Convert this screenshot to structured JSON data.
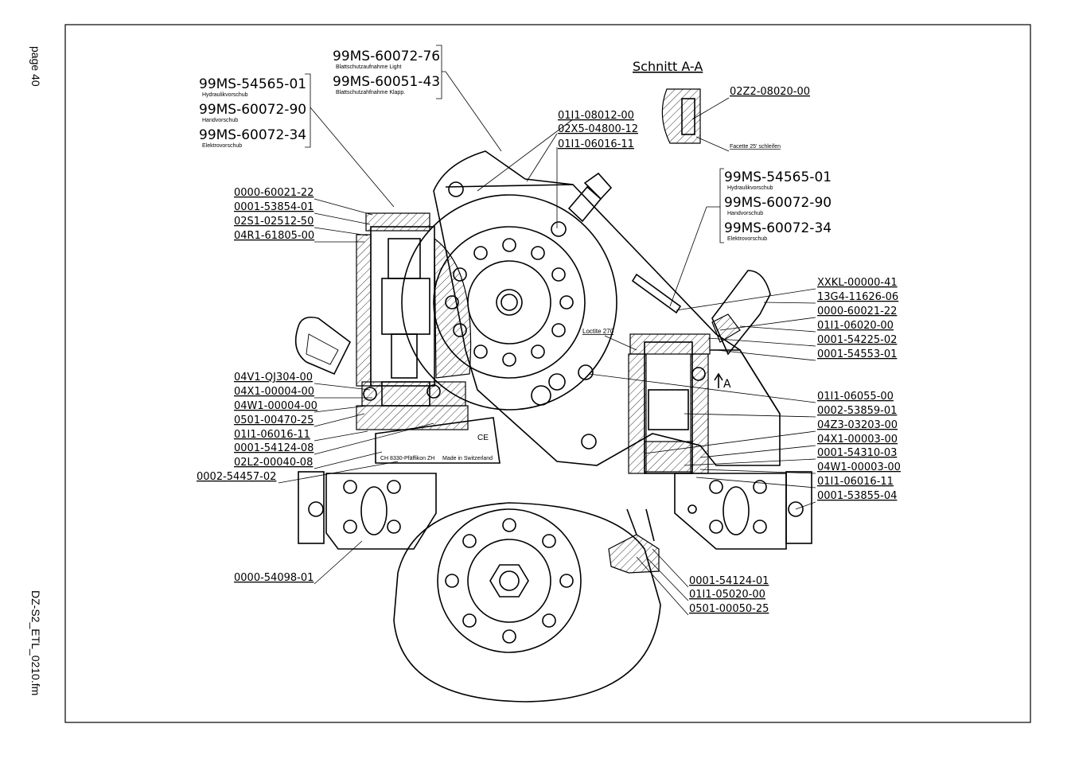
{
  "side": {
    "page": "page 40",
    "file": "DZ-S2_ETL_0210.fm"
  },
  "section_title": "Schnitt A-A",
  "section_labels": {
    "part": "02Z2-08020-00",
    "note": "Facette 25' schleifen"
  },
  "loctite": "Loctite 270",
  "assembly_groups": {
    "left": [
      {
        "code": "99MS-54565-01",
        "desc": "Hydraulikvorschub"
      },
      {
        "code": "99MS-60072-90",
        "desc": "Handvorschub"
      },
      {
        "code": "99MS-60072-34",
        "desc": "Elektrovorschub"
      }
    ],
    "top": [
      {
        "code": "99MS-60072-76",
        "desc": "Blattschutzaufnahme Light"
      },
      {
        "code": "99MS-60051-43",
        "desc": "Blattschutzahfnahme Klapp."
      }
    ],
    "right": [
      {
        "code": "99MS-54565-01",
        "desc": "Hydraulikvorschub"
      },
      {
        "code": "99MS-60072-90",
        "desc": "Handvorschub"
      },
      {
        "code": "99MS-60072-34",
        "desc": "Elektrovorschub"
      }
    ]
  },
  "labels": {
    "top_middle": [
      "01I1-08012-00",
      "02X5-04800-12",
      "01I1-06016-11"
    ],
    "left_upper": [
      "0000-60021-22",
      "0001-53854-01",
      "02S1-02512-50",
      "04R1-61805-00"
    ],
    "left_lower": [
      "04V1-QJ304-00",
      "04X1-00004-00",
      "04W1-00004-00",
      "0501-00470-25",
      "01I1-06016-11",
      "0001-54124-08",
      "02L2-00040-08",
      "0002-54457-02",
      "0000-54098-01"
    ],
    "right": [
      "XXKL-00000-41",
      "13G4-11626-06",
      "0000-60021-22",
      "01I1-06020-00",
      "0001-54225-02",
      "0001-54553-01",
      "01I1-06055-00",
      "0002-53859-01",
      "04Z3-03203-00",
      "04X1-00003-00",
      "0001-54310-03",
      "04W1-00003-00",
      "01I1-06016-11",
      "0001-53855-04"
    ],
    "bottom": [
      "0001-54124-01",
      "01I1-05020-00",
      "0501-00050-25"
    ]
  },
  "plate": {
    "address": "CH 8330-Pfäffikon ZH",
    "made": "Made in Switzerland",
    "ce": "CE"
  },
  "section_marker": "A"
}
